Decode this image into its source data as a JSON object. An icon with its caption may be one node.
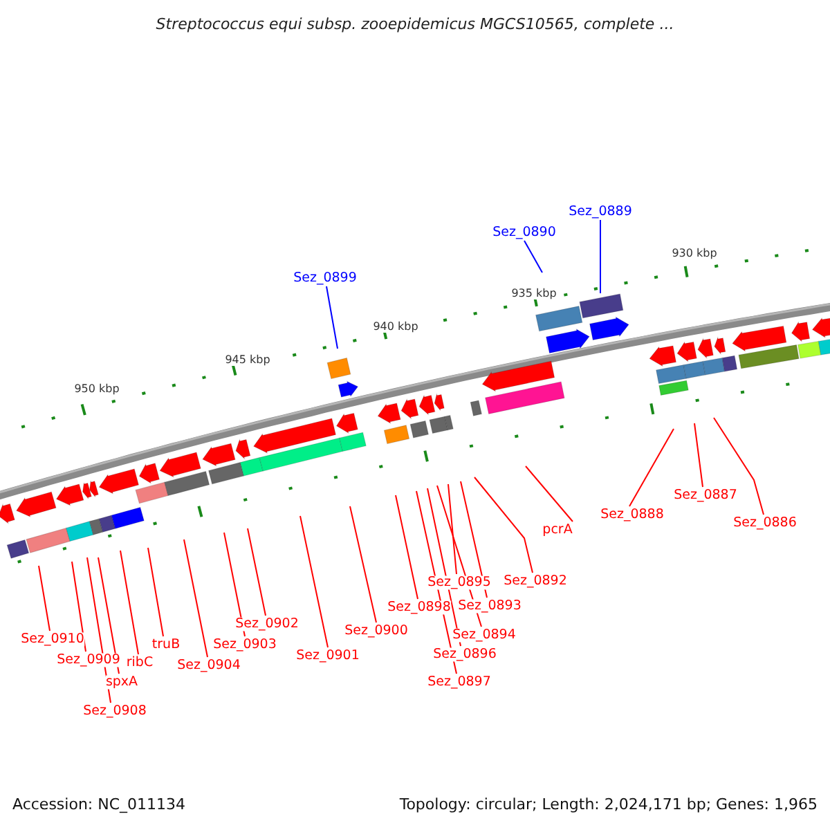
{
  "diagram": {
    "title": "Streptococcus equi subsp. zooepidemicus MGCS10565, complete ...",
    "nodes": [
      {
        "text": [
          "Sez_0889"
        ]
      },
      {
        "text": [
          "Sez_0890"
        ]
      },
      {
        "text": [
          "Sez_0899"
        ]
      },
      {
        "text": [
          "Sez_0887"
        ]
      },
      {
        "text": [
          "Sez_0888"
        ]
      },
      {
        "text": [
          "Sez_0886"
        ]
      },
      {
        "text": [
          "pcrA"
        ]
      },
      {
        "text": [
          "Sez_0892"
        ]
      },
      {
        "text": [
          "Sez_0895"
        ]
      },
      {
        "text": [
          "Sez_0898"
        ]
      },
      {
        "text": [
          "Sez_0893"
        ]
      },
      {
        "text": [
          "Sez_0902"
        ]
      },
      {
        "text": [
          "Sez_0894"
        ]
      },
      {
        "text": [
          "Sez_0910"
        ]
      },
      {
        "text": [
          "truB"
        ]
      },
      {
        "text": [
          "Sez_0903"
        ]
      },
      {
        "text": [
          "Sez_0900"
        ]
      },
      {
        "text": [
          "Sez_0909"
        ]
      },
      {
        "text": [
          "ribC"
        ]
      },
      {
        "text": [
          "Sez_0901"
        ]
      },
      {
        "text": [
          "Sez_0904"
        ]
      },
      {
        "text": [
          "Sez_0896"
        ]
      },
      {
        "text": [
          "spxA"
        ]
      },
      {
        "text": [
          "Sez_0897"
        ]
      },
      {
        "text": [
          "Sez_0908"
        ]
      }
    ],
    "edges": [
      {
        "from": 0,
        "to": null,
        "arrow": "none",
        "color": "#0000ff"
      },
      {
        "from": 1,
        "to": null,
        "arrow": "none",
        "color": "#0000ff"
      },
      {
        "from": 2,
        "to": null,
        "arrow": "none",
        "color": "#0000ff"
      },
      {
        "from": 3,
        "to": null,
        "arrow": "none"
      },
      {
        "from": 4,
        "to": null,
        "arrow": "none"
      },
      {
        "from": 5,
        "to": null,
        "arrow": "none"
      },
      {
        "from": 6,
        "to": null,
        "arrow": "none"
      },
      {
        "from": 7,
        "to": null,
        "arrow": "none"
      },
      {
        "from": 8,
        "to": null,
        "arrow": "none"
      },
      {
        "from": 9,
        "to": null,
        "arrow": "none"
      },
      {
        "from": 10,
        "to": null,
        "arrow": "none"
      },
      {
        "from": 11,
        "to": null,
        "arrow": "none"
      },
      {
        "from": 12,
        "to": null,
        "arrow": "none"
      },
      {
        "from": 13,
        "to": null,
        "arrow": "none"
      },
      {
        "from": 14,
        "to": null,
        "arrow": "none"
      },
      {
        "from": 15,
        "to": null,
        "arrow": "none"
      },
      {
        "from": 16,
        "to": null,
        "arrow": "none"
      },
      {
        "from": 17,
        "to": null,
        "arrow": "none"
      },
      {
        "from": 18,
        "to": null,
        "arrow": "none"
      },
      {
        "from": 19,
        "to": null,
        "arrow": "none"
      },
      {
        "from": 20,
        "to": null,
        "arrow": "none"
      },
      {
        "from": 21,
        "to": null,
        "arrow": "none"
      },
      {
        "from": 22,
        "to": null,
        "arrow": "none"
      },
      {
        "from": 23,
        "to": null,
        "arrow": "none"
      },
      {
        "from": 24,
        "to": null,
        "arrow": "none"
      }
    ],
    "labels": [
      "930 kbp",
      "935 kbp",
      "940 kbp",
      "945 kbp",
      "950 kbp",
      "Accession: NC_011134",
      "Topology: circular; Length: 2,024,171 bp; Genes: 1,965"
    ]
  }
}
